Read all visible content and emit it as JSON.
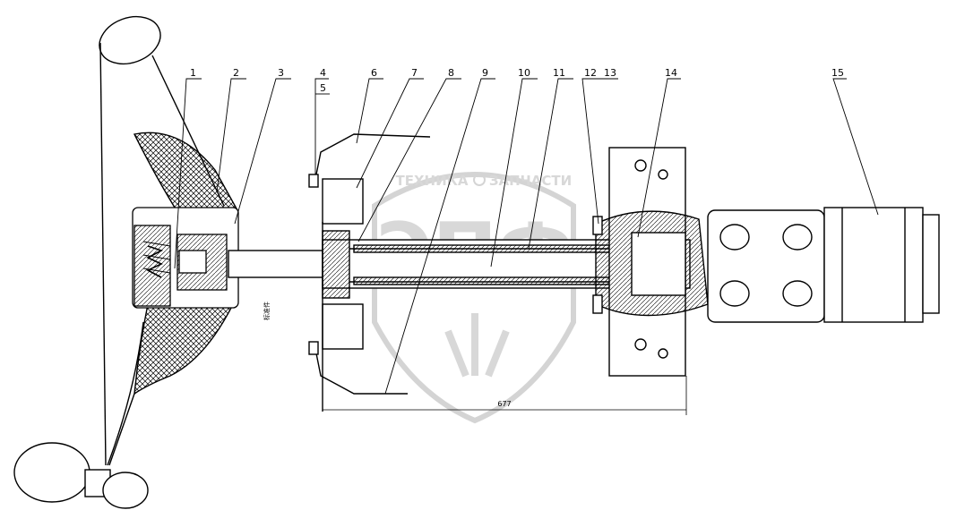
{
  "labels": [
    "1",
    "2",
    "3",
    "4",
    "5",
    "6",
    "7",
    "8",
    "9",
    "10",
    "11",
    "12",
    "13",
    "14",
    "15"
  ],
  "dimension": "677",
  "watermark": {
    "top": "ТЕХНИКА",
    "top_right": "ЗАПЧАСТИ",
    "main": "ЭПФ"
  },
  "side_note": "标准件",
  "colors": {
    "line": "#000000",
    "watermark": "#d4d4d4",
    "background": "#ffffff"
  }
}
